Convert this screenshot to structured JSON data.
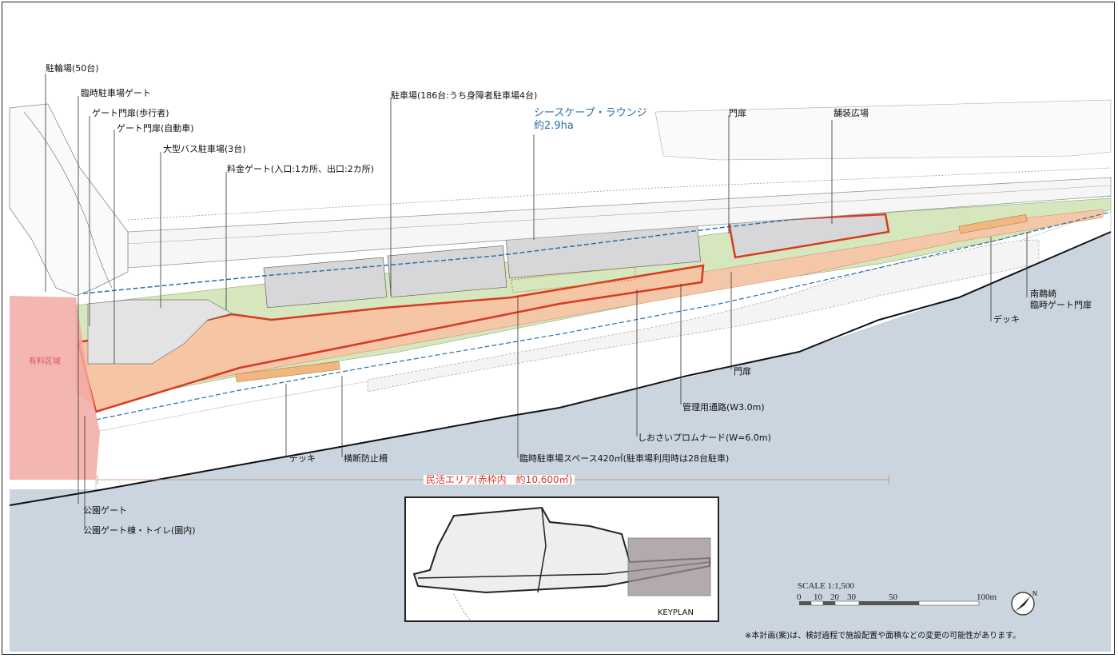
{
  "labels": {
    "bicycle_parking": "駐輪場(50台)",
    "temp_parking_gate": "臨時駐車場ゲート",
    "gate_pedestrian": "ゲート門扉(歩行者)",
    "gate_vehicle": "ゲート門扉(自動車)",
    "bus_parking": "大型バス駐車場(3台)",
    "toll_gate": "料金ゲート(入口:1カ所、出口:2カ所)",
    "parking": "駐車場(186台:うち身障者駐車場4台)",
    "area_name": "シースケープ・ラウンジ",
    "area_size": "約2.9ha",
    "gate_door_top": "門扉",
    "paved_plaza": "舗装広場",
    "minami_gate_1": "南鵜崎",
    "minami_gate_2": "臨時ゲート門扉",
    "deck_right": "デッキ",
    "gate_door_mid": "門扉",
    "mgmt_road": "管理用通路(W3.0m)",
    "promenade": "しおさいプロムナード(W=6.0m)",
    "temp_space": "臨時駐車場スペース420㎡(駐車場利用時は28台駐車)",
    "deck_left": "デッキ",
    "fence": "横断防止柵",
    "private_area": "民活エリア(赤枠内　約10,600㎡)",
    "paid_zone": "有料区域",
    "park_gate": "公園ゲート",
    "park_gate_toilet": "公園ゲート棟・トイレ(園内)"
  },
  "keyplan": {
    "title": "KEYPLAN"
  },
  "scale": {
    "title": "SCALE    1:1,500",
    "ticks": [
      "0",
      "10",
      "20",
      "30",
      "50",
      "100m"
    ]
  },
  "note": "※本計画(案)は、検討過程で施設配置や面積などの変更の可能性があります。",
  "colors": {
    "sea": "#cbd5df",
    "green": "#d6e6bd",
    "salmon": "#f3c7a8",
    "red_outline": "#d63a22",
    "pink_zone": "#f2a9a2",
    "blue": "#2a6fa8",
    "gray_lot": "#d7d7d9"
  }
}
